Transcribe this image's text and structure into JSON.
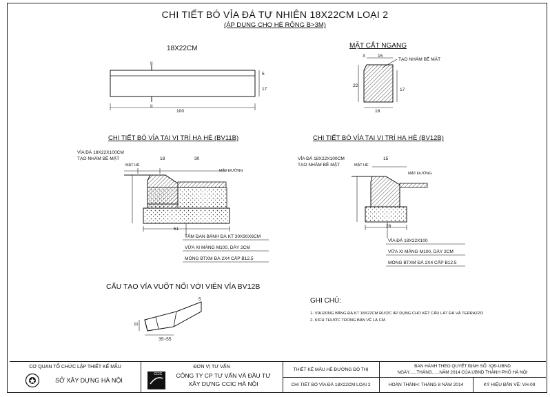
{
  "title": "CHI TIẾT BÓ VỈA ĐÁ TỰ NHIÊN 18X22CM LOẠI 2",
  "subtitle": "(ÁP DỤNG CHO HÈ RỘNG B>3M)",
  "elevation": {
    "heading": "18X22CM",
    "dim_length": "100",
    "dim_small": "5",
    "dim_height": "17",
    "mark_top": "II",
    "mark_bottom": "II"
  },
  "cross_section": {
    "heading": "MẶT CẮT NGANG",
    "note": "TẠO NHÁM BỀ MẶT",
    "dim_top_a": "3",
    "dim_top_b": "15",
    "dim_height": "22",
    "dim_side": "17",
    "dim_base": "18"
  },
  "bv11b": {
    "heading": "CHI TIẾT BÓ VỈA TẠI VỊ TRÍ HẠ HÈ (BV11B)",
    "note1": "VỈA ĐÁ 18X22X100CM",
    "note2": "TẠO NHÁM BỀ MẶT",
    "surface_left": "MẶT HÈ",
    "surface_right": "MẶT ĐƯỜNG",
    "dim_top_a": "18",
    "dim_top_b": "30",
    "dim_total": "51",
    "layer1": "TẤM ĐAN BÁNH ĐÁ KT 30X30X6CM",
    "layer2": "VỮA XI MĂNG M100, DÀY 2CM",
    "layer3": "MÓNG BTXM ĐÁ 2X4 CẤP B12.5"
  },
  "bv12b": {
    "heading": "CHI TIẾT BÓ VỈA TẠI VỊ TRÍ HẠ HÈ (BV12B)",
    "note1": "VỈA ĐÁ 18X22X100CM",
    "note2": "TẠO NHÁM BỀ MẶT",
    "surface_left": "MẶT HÈ",
    "surface_right": "MẶT ĐƯỜNG",
    "dim_top": "15",
    "dim_total": "28",
    "layer1": "VỈA ĐÁ 18X22X100",
    "layer2": "VỮA XI MĂNG M100, DÀY 2CM",
    "layer3": "MÓNG BTXM ĐÁ 2X4 CẤP B12.5"
  },
  "transition": {
    "heading": "CẤU TẠO VỈA VUỐT NỐI VỚI VIÊN VỈA BV12B",
    "dim_base": "35~55",
    "dim_top": "5",
    "dim_side": "11"
  },
  "notes": {
    "heading": "GHI CHÚ:",
    "items": [
      "1- VỈA ĐÚNG BẰNG ĐÁ KT 18X22CM ĐƯỢC ÁP DỤNG CHO KẾT CẤU LÁT ĐÁ VÀ TERRAZZO",
      "2- KÍCH THƯỚC TRONG BẢN VẼ LÀ CM."
    ]
  },
  "title_block": {
    "org_label": "CƠ QUAN TỔ CHỨC LẬP THIẾT KẾ MẪU",
    "org_name": "SỞ XÂY DỰNG HÀ NỘI",
    "consultant_label": "ĐƠN VỊ TƯ VẤN",
    "consultant_line1": "CÔNG TY CP TƯ VẤN VÀ ĐẦU TƯ",
    "consultant_line2": "XÂY DỰNG CCIC HÀ NỘI",
    "logo_text": "CCIC",
    "design_label": "THIẾT KẾ MẪU HÈ ĐƯỜNG ĐÔ THỊ",
    "drawing_name": "CHI TIẾT BÓ VỈA ĐÁ 18X22CM LOẠI 2",
    "decision_line1": "BAN HÀNH THEO QUYẾT ĐỊNH SỐ:            /QĐ-UBND",
    "decision_line2": "NGÀY......THÁNG......NĂM 2014 CỦA UBND THÀNH PHỐ HÀ NỘI",
    "completed": "HOÀN THÀNH: THÁNG 8 NĂM 2014",
    "drawing_code": "KÝ HIỆU BẢN VẼ: VH-09"
  }
}
